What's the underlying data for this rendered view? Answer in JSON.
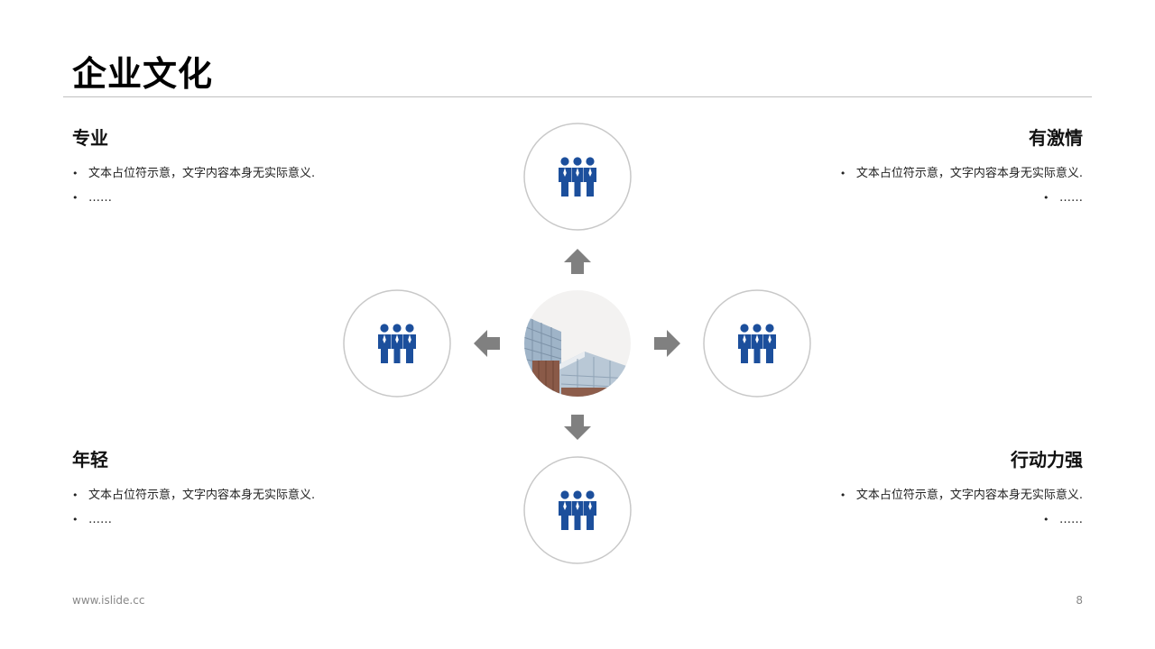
{
  "slide": {
    "title": "企业文化"
  },
  "blocks": {
    "top_left": {
      "heading": "专业",
      "bullets": [
        "文本占位符示意，文字内容本身无实际意义.",
        "……"
      ]
    },
    "top_right": {
      "heading": "有激情",
      "bullets": [
        "文本占位符示意，文字内容本身无实际意义.",
        "……"
      ]
    },
    "bottom_left": {
      "heading": "年轻",
      "bullets": [
        "文本占位符示意，文字内容本身无实际意义.",
        "……"
      ]
    },
    "bottom_right": {
      "heading": "行动力强",
      "bullets": [
        "文本占位符示意，文字内容本身无实际意义.",
        "……"
      ]
    }
  },
  "diagram": {
    "center_image": "office-building-photo",
    "node_icon": "team-people-icon",
    "arrow_icon": "arrow-icon",
    "colors": {
      "icon_blue": "#1c4f9c",
      "arrow_gray": "#808080",
      "ring_gray": "#c8c8c8"
    }
  },
  "footer": {
    "url": "www.islide.cc",
    "page": "8"
  }
}
